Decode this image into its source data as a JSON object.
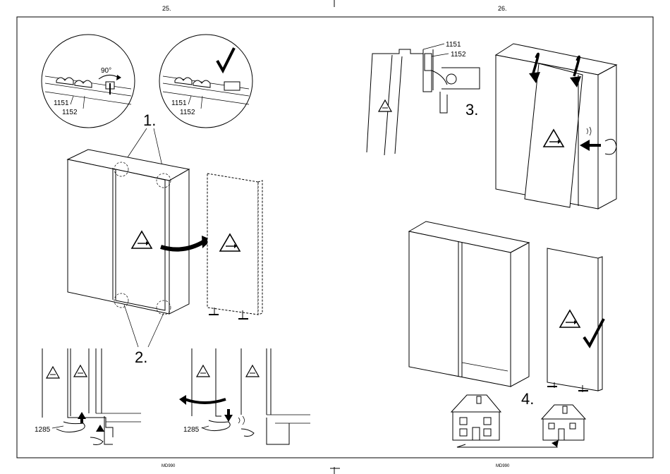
{
  "pages": [
    {
      "number": "25.",
      "footer": "MD990",
      "steps": [
        "1.",
        "2."
      ],
      "parts": {
        "a": "1151",
        "b": "1152",
        "c": "1285"
      },
      "angle": "90°"
    },
    {
      "number": "26.",
      "footer": "MD990",
      "steps": [
        "3.",
        "4."
      ],
      "parts": {
        "a": "1151",
        "b": "1152"
      }
    }
  ],
  "icons": [
    "warning-triangle-arrow-icon",
    "checkmark-icon",
    "curved-arrow-icon",
    "house-icon",
    "hand-icon"
  ]
}
